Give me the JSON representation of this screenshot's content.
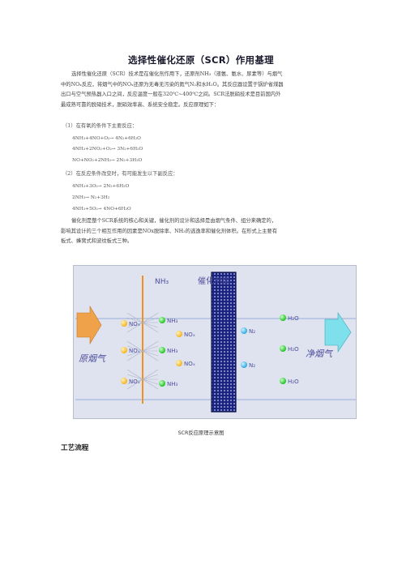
{
  "title": "选择性催化还原（SCR）作用基理",
  "intro_lines": [
    "选择性催化还原（SCR）技术是在催化剂作用下，还原剂NH₃（液氨、氨水、尿素等）与烟气",
    "中的NOₓ反应，将烟气中的NOₓ还原为无毒无污染的氮气N₂和水H₂O。其反应器设置于锅炉省煤器",
    "出口与空气预热器入口之间，反应温度一般在320℃~400℃之间。SCR法脱硝技术是目前国内外",
    "最成熟可靠的脱硝技术，脱硝效率高、系统安全稳定。反应原理如下："
  ],
  "step1": "（1）在有氧的条件下主要反应：",
  "reactions1": [
    "4NH₃+4NO+O₂→ 4N₂+6H₂O",
    "4NH₃+2NO₂+O₂→ 3N₂+6H₂O",
    "NO+NO₂+2NH₃→ 2N₂+3H₂O"
  ],
  "step2": "（2）在反应条件改变时，有可能发生以下副反应：",
  "reactions2": [
    "4NH₃+3O₂→ 2N₂+6H₂O",
    "2NH₃→ N₂+3H₂",
    "4NH₃+5O₂→ 4NO+6H₂O"
  ],
  "catalyst_lines": [
    "催化剂是整个SCR系统的核心和关键，催化剂的设计和选择是由烟气条件、组分来确定的，",
    "影响其设计的三个相互作用的因素是NOx脱除率、NH₃的逃逸率和催化剂体积。在形式上主要有",
    "板式、蜂窝式和波纹板式三种。"
  ],
  "diagram": {
    "nh3_label": "NH₃",
    "catalyst_label": "催化剂层",
    "raw_gas_label": "原烟气",
    "clean_gas_label": "净烟气",
    "nox_label": "NOₓ",
    "nh3_mol": "NH₃",
    "n2_label": "N₂",
    "h2o_label": "H₂O",
    "colors": {
      "background": "#dfe2ef",
      "nox_ball": "#f4b41a",
      "n2_ball": "#35b7e8",
      "h2o_ball": "#34d634",
      "pipe": "#f0921c",
      "catalyst": "#1a237e",
      "label": "#4d4f9c",
      "arrow_in": "#f0a24b",
      "arrow_out": "#7ee0ea"
    }
  },
  "caption": "SCR反应原理示意图",
  "subheading": "工艺流程"
}
